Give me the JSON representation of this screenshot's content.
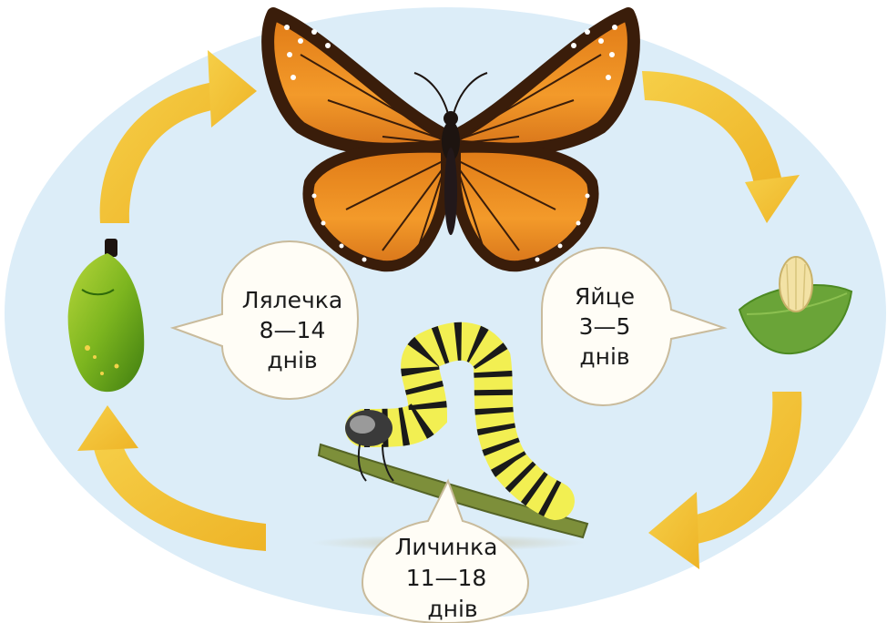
{
  "stages": {
    "pupa": {
      "name": "Лялечка",
      "duration": "8—14",
      "unit": "днів"
    },
    "egg": {
      "name": "Яйце",
      "duration": "3—5",
      "unit": "днів"
    },
    "larva": {
      "name": "Личинка",
      "duration": "11—18",
      "unit": "днів"
    }
  },
  "colors": {
    "background_oval": "#dcedf8",
    "cycle_arrow": "#f2c12e",
    "bubble_fill": "#fffdf6",
    "bubble_stroke": "#c9bb9c"
  },
  "icons": [
    "butterfly-icon",
    "egg-on-leaf-icon",
    "caterpillar-icon",
    "chrysalis-icon"
  ]
}
